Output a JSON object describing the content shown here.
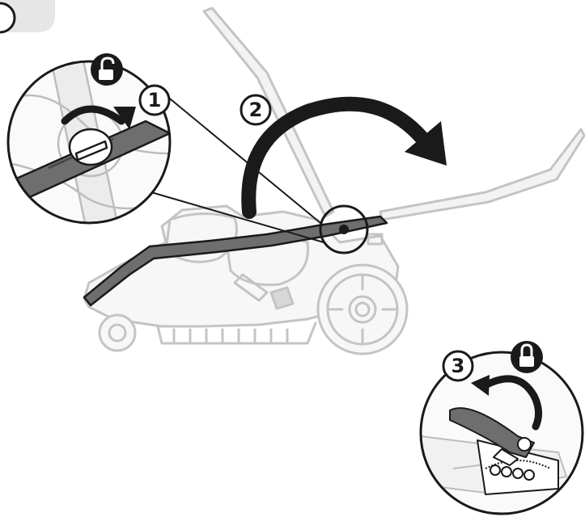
{
  "steps": [
    {
      "number": "1",
      "icon": "unlock-icon"
    },
    {
      "number": "2",
      "icon": "rotate-arrow-icon"
    },
    {
      "number": "3",
      "icon": "lock-icon"
    }
  ],
  "colors": {
    "line": "#1a1a1a",
    "ghost": "#c8c8c8",
    "handle_dark": "#6a6a6a",
    "badge_bg": "#e6e6e6"
  }
}
